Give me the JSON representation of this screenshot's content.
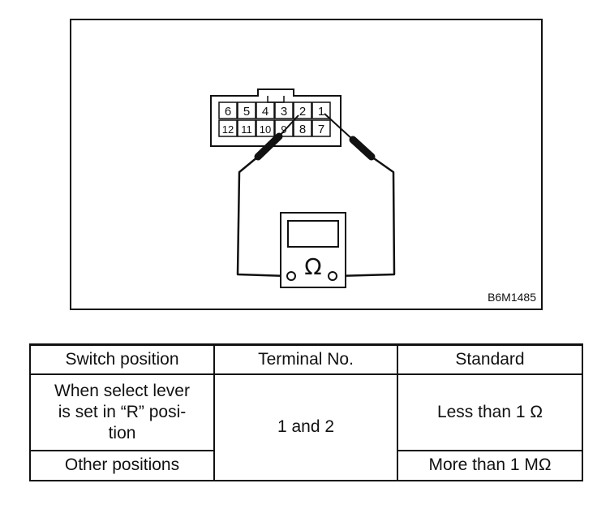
{
  "figure": {
    "code": "B6M1485",
    "connector_pins": {
      "top_row": [
        "6",
        "5",
        "4",
        "3",
        "2",
        "1"
      ],
      "bottom_row": [
        "12",
        "11",
        "10",
        "9",
        "8",
        "7"
      ]
    },
    "meter_symbol": "Ω"
  },
  "table": {
    "headers": [
      "Switch position",
      "Terminal No.",
      "Standard"
    ],
    "rows": [
      {
        "switch_lines": [
          "When select lever",
          "is set in “R” posi-",
          "tion"
        ],
        "terminal": "1 and 2",
        "standard": "Less than 1 Ω"
      },
      {
        "switch": "Other positions",
        "standard": "More than 1 MΩ"
      }
    ]
  }
}
